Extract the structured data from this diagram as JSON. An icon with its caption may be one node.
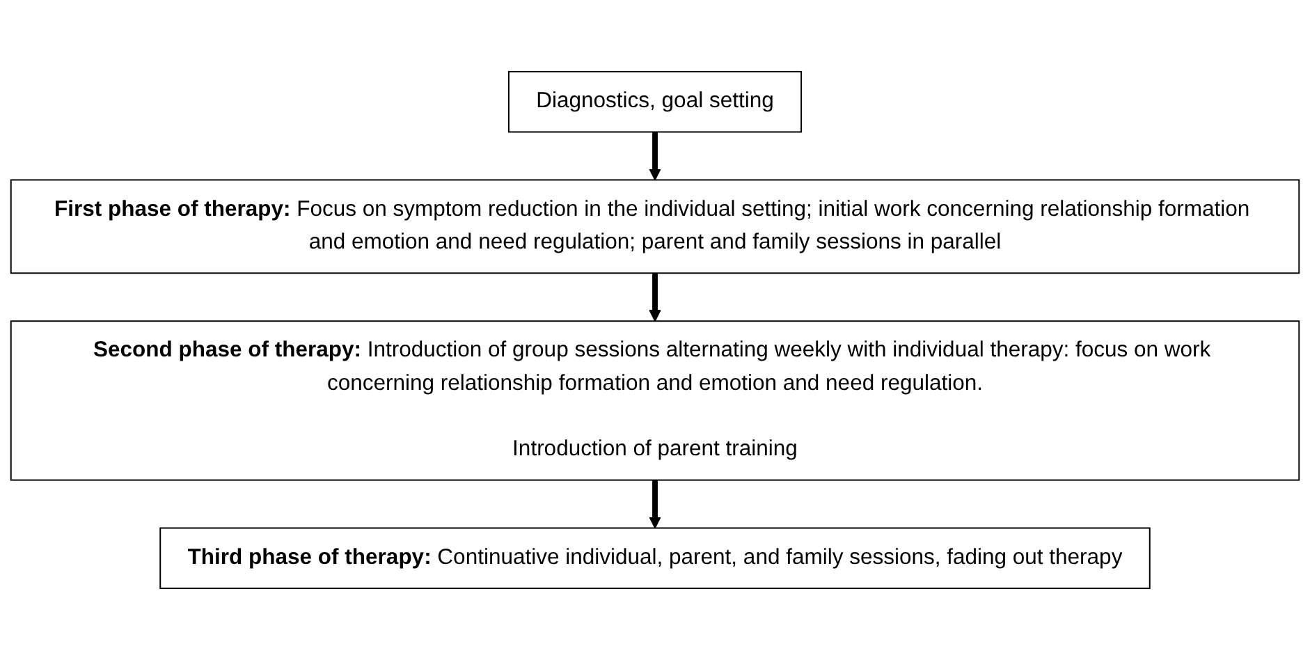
{
  "diagram": {
    "nodes": [
      {
        "text": [
          "Diagnostics, goal setting"
        ]
      },
      {
        "text": [
          "**First phase of therapy:** Focus on symptom reduction in the individual setting; initial work concerning relationship formation and emotion and need regulation; parent and family sessions in parallel"
        ]
      },
      {
        "text": [
          "**Second phase of therapy:** Introduction of group sessions alternating weekly with individual therapy: focus on work concerning relationship formation and emotion and need regulation.",
          "Introduction of parent training"
        ]
      },
      {
        "text": [
          "**Third phase of therapy:** Continuative individual, parent, and family sessions, fading out therapy"
        ]
      }
    ],
    "edges": [
      {
        "from": 0,
        "to": 1,
        "arrow": "to"
      },
      {
        "from": 1,
        "to": 2,
        "arrow": "to"
      },
      {
        "from": 2,
        "to": 3,
        "arrow": "to"
      }
    ]
  }
}
